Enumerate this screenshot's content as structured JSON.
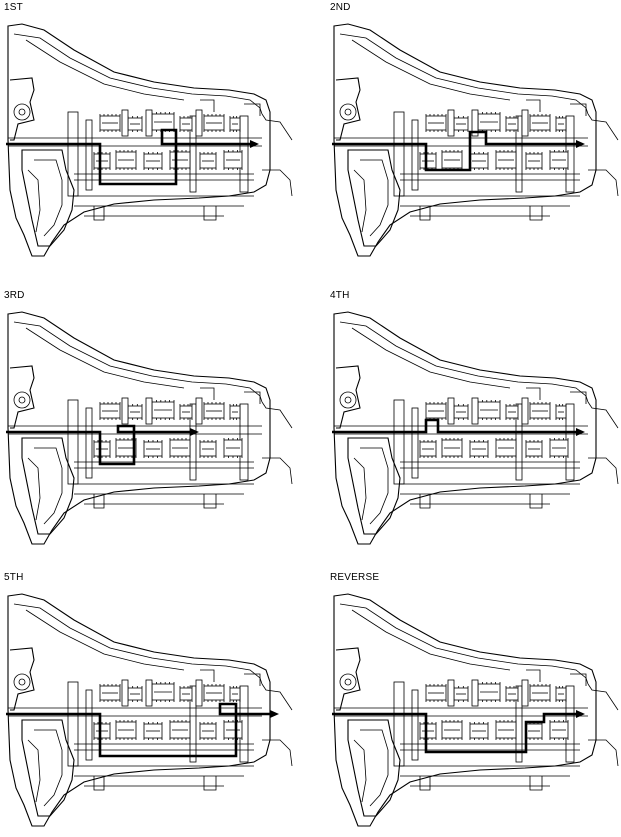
{
  "panels": [
    {
      "key": "first",
      "label": "1ST",
      "route": "1st"
    },
    {
      "key": "second",
      "label": "2ND",
      "route": "2nd"
    },
    {
      "key": "third",
      "label": "3RD",
      "route": "3rd"
    },
    {
      "key": "fourth",
      "label": "4TH",
      "route": "4th"
    },
    {
      "key": "fifth",
      "label": "5TH",
      "route": "5th"
    },
    {
      "key": "reverse",
      "label": "REVERSE",
      "route": "reverse"
    }
  ]
}
